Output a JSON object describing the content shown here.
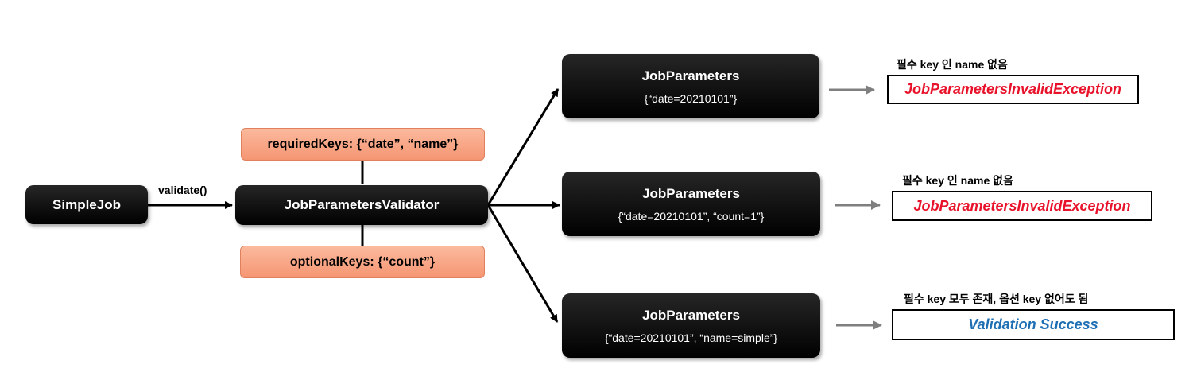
{
  "diagram": {
    "simple_job": "SimpleJob",
    "validate_label": "validate()",
    "validator": "JobParametersValidator",
    "required_keys": "requiredKeys: {“date”, “name”}",
    "optional_keys": "optionalKeys: {“count”}",
    "cases": [
      {
        "title": "JobParameters",
        "params": "{“date=20210101”}",
        "note": "필수 key 인 name 없음",
        "result": "JobParametersInvalidException",
        "result_color": "#e8132b"
      },
      {
        "title": "JobParameters",
        "params": "{“date=20210101”, “count=1”}",
        "note": "필수 key 인 name 없음",
        "result": "JobParametersInvalidException",
        "result_color": "#e8132b"
      },
      {
        "title": "JobParameters",
        "params": "{“date=20210101”, “name=simple”}",
        "note": "필수 key 모두 존재, 옵션 key 없어도 됨",
        "result": "Validation Success",
        "result_color": "#1f6fb5"
      }
    ],
    "colors": {
      "box_dark": "#000000",
      "keys_fill": "#f8a584",
      "error": "#e8132b",
      "success": "#1f6fb5",
      "arrow_gray": "#7f7f7f"
    }
  }
}
